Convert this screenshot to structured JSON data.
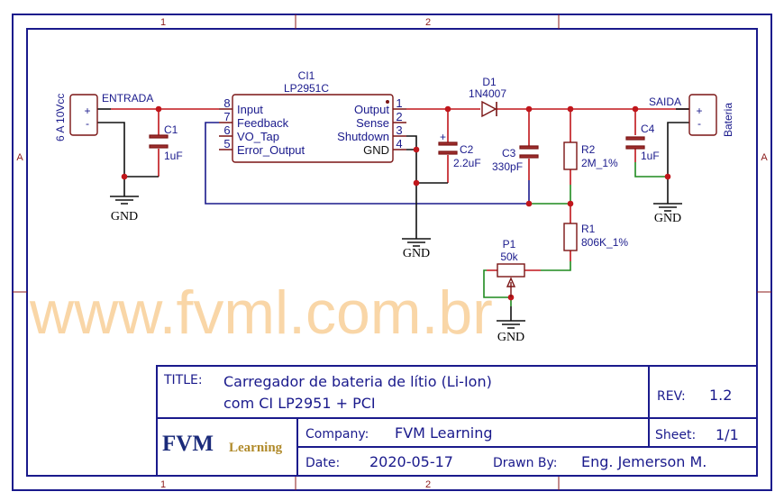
{
  "zones": {
    "top": [
      "1",
      "2"
    ],
    "side": "A"
  },
  "watermark": "www.fvml.com.br",
  "input_connector": {
    "label": "ENTRADA",
    "spec": "6 A 10Vcc",
    "plus": "+",
    "minus": "-"
  },
  "output_connector": {
    "label": "SAIDA",
    "name": "Bateria",
    "plus": "+",
    "minus": "-"
  },
  "ic": {
    "ref": "CI1",
    "part": "LP2951C",
    "left_pins": [
      {
        "num": "8",
        "name": "Input"
      },
      {
        "num": "7",
        "name": "Feedback"
      },
      {
        "num": "6",
        "name": "VO_Tap"
      },
      {
        "num": "5",
        "name": "Error_Output"
      }
    ],
    "right_pins": [
      {
        "num": "1",
        "name": "Output"
      },
      {
        "num": "2",
        "name": "Sense"
      },
      {
        "num": "3",
        "name": "Shutdown"
      },
      {
        "num": "4",
        "name": "GND"
      }
    ]
  },
  "components": {
    "c1": {
      "ref": "C1",
      "value": "1uF"
    },
    "c2": {
      "ref": "C2",
      "value": "2.2uF",
      "polarity": "+"
    },
    "c3": {
      "ref": "C3",
      "value": "330pF"
    },
    "c4": {
      "ref": "C4",
      "value": "1uF"
    },
    "d1": {
      "ref": "D1",
      "value": "1N4007"
    },
    "r1": {
      "ref": "R1",
      "value": "806K_1%"
    },
    "r2": {
      "ref": "R2",
      "value": "2M_1%"
    },
    "p1": {
      "ref": "P1",
      "value": "50k"
    }
  },
  "gnd_label": "GND",
  "title_block": {
    "title_label": "TITLE:",
    "title_line1": "Carregador de bateria de lítio (Li-Ion)",
    "title_line2": "com CI LP2951 + PCI",
    "rev_label": "REV:",
    "rev": "1.2",
    "logo_main": "FVM",
    "logo_sub": "Learning",
    "company_label": "Company:",
    "company": "FVM Learning",
    "sheet_label": "Sheet:",
    "sheet": "1/1",
    "date_label": "Date:",
    "date": "2020-05-17",
    "drawn_label": "Drawn By:",
    "drawn": "Eng. Jemerson M."
  }
}
